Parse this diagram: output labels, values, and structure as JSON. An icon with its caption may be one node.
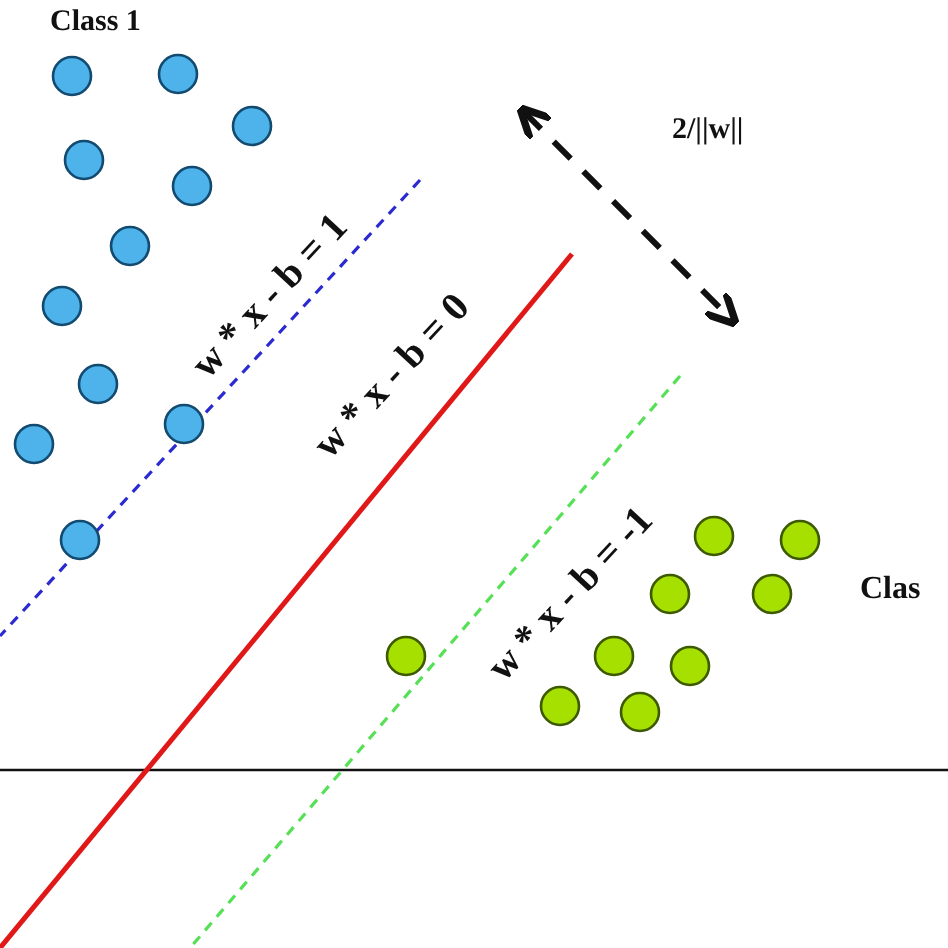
{
  "diagram": {
    "labels": [
      "Class 1",
      "2/||w||",
      "w * x - b = 1",
      "w * x - b = 0",
      "w * x - b = -1",
      "Clas"
    ]
  }
}
